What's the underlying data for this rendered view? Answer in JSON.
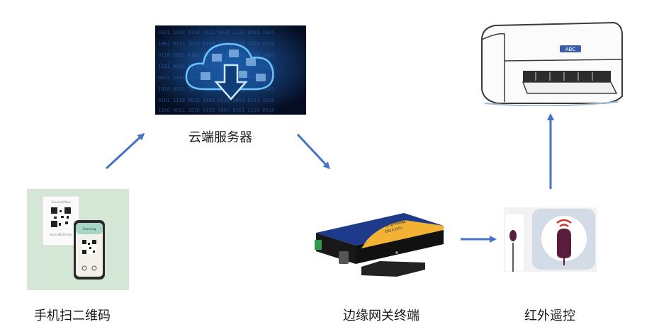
{
  "nodes": {
    "phone": {
      "label": "手机扫二维码",
      "card_top": "Scanned Now",
      "card_bottom": "Scan Wired Key",
      "screen_title": "Scanning"
    },
    "cloud": {
      "label": "云端服务器"
    },
    "gateway": {
      "label": "边缘网关终端",
      "device_text": "亿佰特物联",
      "device_model": "E810-DTU"
    },
    "ir": {
      "label": "红外遥控"
    },
    "ac": {
      "brand": "ABC"
    }
  },
  "colors": {
    "arrow": "#4472c4",
    "cloud_bg": "#0a1a3a",
    "cloud_glow": "#3fa8ff",
    "gateway_body": "#1e3a8a",
    "gateway_yellow": "#f2b233"
  }
}
